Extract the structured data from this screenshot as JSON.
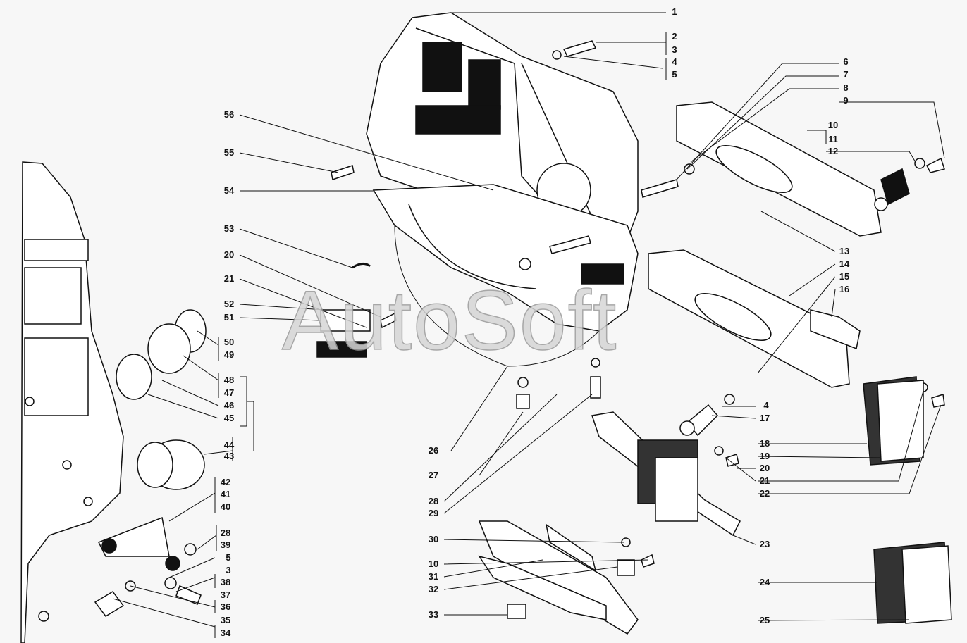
{
  "watermark": "AutoSoft",
  "callouts": [
    "1",
    "2",
    "3",
    "4",
    "5",
    "6",
    "7",
    "8",
    "9",
    "10",
    "11",
    "12",
    "13",
    "14",
    "15",
    "16",
    "4",
    "17",
    "18",
    "19",
    "20",
    "21",
    "22",
    "23",
    "24",
    "25",
    "26",
    "27",
    "28",
    "29",
    "30",
    "10",
    "31",
    "32",
    "33",
    "56",
    "55",
    "54",
    "53",
    "20",
    "21",
    "52",
    "51",
    "50",
    "49",
    "48",
    "47",
    "46",
    "45",
    "44",
    "43",
    "42",
    "41",
    "40",
    "28",
    "39",
    "5",
    "3",
    "38",
    "37",
    "36",
    "35",
    "34"
  ]
}
